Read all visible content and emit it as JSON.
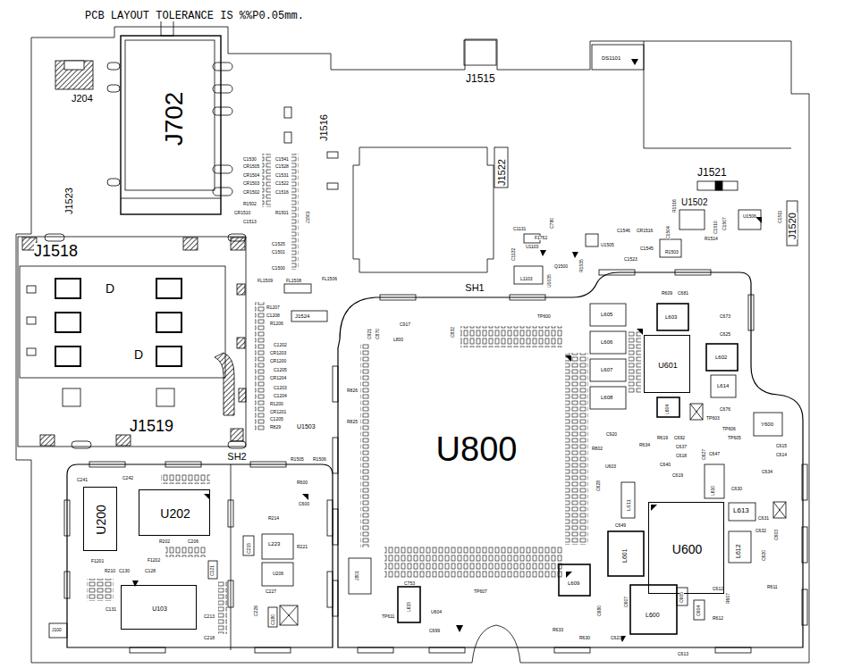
{
  "diagram": {
    "nodes": [
      {
        "text": [
          "SH1"
        ]
      },
      {
        "text": [
          "U800"
        ],
        "in": 0
      },
      {
        "text": [
          "U601"
        ],
        "in": 0
      },
      {
        "text": [
          "U600"
        ],
        "in": 0
      },
      {
        "text": [
          "SH2"
        ]
      },
      {
        "text": [
          "U200"
        ],
        "in": 4
      },
      {
        "text": [
          "U202"
        ],
        "in": 4
      },
      {
        "text": [
          "U103"
        ],
        "in": 4
      },
      {
        "text": [
          "J702"
        ]
      }
    ],
    "labels": [
      "PCB LAYOUT TOLERANCE IS %%P0.05mm.",
      "J204",
      "J1515",
      "DS1101",
      "J1516",
      "J1523",
      "J1522",
      "J1521",
      "J1520",
      "U1502",
      "U1506",
      "R1516",
      "R1514",
      "C1510",
      "C1507",
      "C1504",
      "C1511",
      "R1503",
      "CR1516",
      "C1546",
      "C1545",
      "C1523",
      "U1505",
      "Q1500",
      "R1535",
      "F1762",
      "C1131",
      "C1132",
      "U1103",
      "L1103",
      "U1035",
      "C780",
      "C1530",
      "CR1505",
      "C1541",
      "C1528",
      "CR1504",
      "C1531",
      "CR1503",
      "C1522",
      "CR1502",
      "C1516",
      "R1502",
      "CR1510",
      "R1501",
      "J1501",
      "C1513",
      "C1525",
      "C1501",
      "C1500",
      "FL1509",
      "FL1508",
      "FL1506",
      "R1207",
      "C1208",
      "R1206",
      "C1202",
      "CR1203",
      "CR1200",
      "C1205",
      "CR1204",
      "C1203",
      "C1204",
      "R1200",
      "CR1201",
      "C1205",
      "R829",
      "J1524",
      "U1503",
      "R1505",
      "R1506",
      "J1518",
      "J1519",
      "D",
      "D",
      "C241",
      "C242",
      "R202",
      "C206",
      "R214",
      "R221",
      "L223",
      "U206",
      "C215",
      "C226",
      "C227",
      "R600",
      "C600",
      "F1201",
      "R210",
      "C130",
      "C128",
      "F1202",
      "C121",
      "C131",
      "C213",
      "C218",
      "J100",
      "C180",
      "C921",
      "C870",
      "L800",
      "C917",
      "TP600",
      "R826",
      "R825",
      "C832",
      "R802",
      "C920",
      "U603",
      "C628",
      "L611",
      "C640",
      "C619",
      "C627",
      "L610",
      "C630",
      "C634",
      "L613",
      "L612",
      "C632",
      "C631",
      "L601",
      "L609",
      "L600",
      "C649",
      "C605",
      "C604",
      "C613",
      "C623",
      "C680",
      "C607",
      "R633",
      "R630",
      "L605",
      "L606",
      "L607",
      "L608",
      "L603",
      "L602",
      "L614",
      "L604",
      "C673",
      "C625",
      "R609",
      "C681",
      "C676",
      "TP603",
      "Y600",
      "R619",
      "C692",
      "R634",
      "C637",
      "C618",
      "C615",
      "C614",
      "C647",
      "TP605",
      "TP606",
      "J801",
      "L615",
      "U604",
      "C753",
      "C699",
      "TP611",
      "TP607",
      "C603",
      "C620",
      "R611",
      "R612",
      "R607",
      "C612"
    ]
  }
}
